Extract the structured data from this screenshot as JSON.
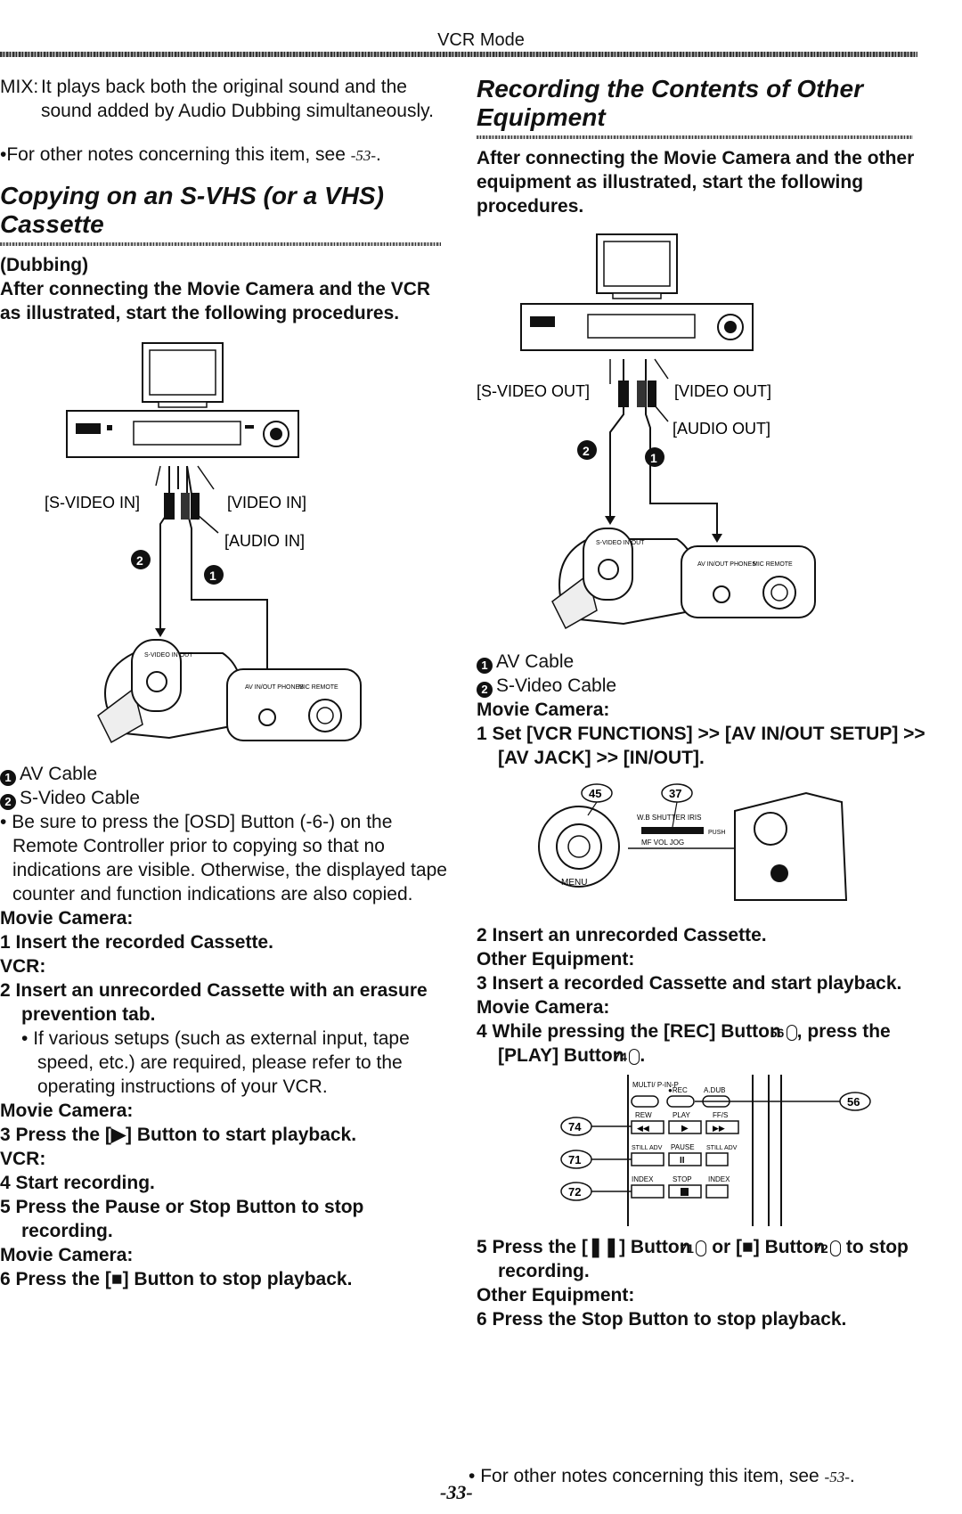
{
  "header": {
    "title": "VCR Mode"
  },
  "left": {
    "mix_label": "MIX:",
    "mix_text": "It plays back both the original sound and the sound added by Audio Dubbing simultaneously.",
    "note1_prefix": "For other notes concerning this item, see ",
    "note1_ref": "-53-",
    "section_title": "Copying on an S-VHS (or a VHS) Cassette",
    "subtitle": "(Dubbing)",
    "intro": "After connecting the Movie Camera and the VCR as illustrated, start the following procedures.",
    "diagram": {
      "label_svideo": "[S-VIDEO IN]",
      "label_video": "[VIDEO IN]",
      "label_audio": "[AUDIO IN]",
      "num1": "1",
      "num2": "2",
      "jack_svideo": "S-VIDEO IN OUT",
      "jack_av": "AV IN/OUT PHONES",
      "jack_mic": "MIC REMOTE"
    },
    "legend1": "AV Cable",
    "legend2": "S-Video Cable",
    "bullet_osd": "Be sure to press the [OSD] Button (-6-) on the Remote Controller prior to copying so that no indications are visible. Otherwise, the displayed tape counter and function indications are also copied.",
    "h_movie1": "Movie Camera:",
    "step1": "1  Insert the recorded Cassette.",
    "h_vcr1": "VCR:",
    "step2": "2  Insert an unrecorded Cassette with an erasure prevention tab.",
    "step2_note": "If various setups (such as external input, tape speed, etc.) are required, please refer to the operating instructions of your VCR.",
    "h_movie2": "Movie Camera:",
    "step3": "3  Press the [▶] Button to start playback.",
    "h_vcr2": "VCR:",
    "step4": "4  Start recording.",
    "step5": "5  Press the Pause or Stop Button to stop recording.",
    "h_movie3": "Movie Camera:",
    "step6": "6  Press the [■] Button to stop playback."
  },
  "right": {
    "section_title": "Recording the Contents of Other Equipment",
    "intro": "After connecting the Movie Camera and the other equipment as illustrated, start the following procedures.",
    "diagram": {
      "label_svideo": "[S-VIDEO OUT]",
      "label_video": "[VIDEO OUT]",
      "label_audio": "[AUDIO OUT]",
      "num1": "1",
      "num2": "2",
      "jack_svideo": "S-VIDEO IN OUT",
      "jack_av": "AV IN/OUT PHONES",
      "jack_mic": "MIC REMOTE"
    },
    "legend1": "AV Cable",
    "legend2": "S-Video Cable",
    "h_movie1": "Movie Camera:",
    "step1": "1  Set [VCR FUNCTIONS] >> [AV IN/OUT SETUP] >> [AV JACK] >> [IN/OUT].",
    "fig1": {
      "ref_a": "45",
      "ref_b": "37",
      "menu": "MENU",
      "dial_top": "W.B  SHUTTER  IRIS",
      "dial_bottom": "MF  VOL  JOG",
      "push": "PUSH"
    },
    "step2": "2  Insert an unrecorded Cassette.",
    "h_other1": "Other Equipment:",
    "step3": "3  Insert a recorded Cassette and start playback.",
    "h_movie2": "Movie Camera:",
    "step4_a": "4  While pressing the [REC] Button ",
    "step4_ref1": "56",
    "step4_b": ", press the [PLAY] Button ",
    "step4_ref2": "74",
    "fig2": {
      "multi": "MULTI/ P-IN-P",
      "rec": "●REC",
      "adub": "A.DUB",
      "rew": "REW",
      "play": "PLAY",
      "ff": "FF/S",
      "still1": "STILL ADV",
      "pause": "PAUSE",
      "still2": "STILL ADV",
      "index1": "INDEX",
      "stop": "STOP",
      "index2": "INDEX",
      "r74": "74",
      "r71": "71",
      "r72": "72",
      "r56": "56"
    },
    "step5_a": "5  Press the [❚❚] Button ",
    "step5_ref1": "71",
    "step5_b": " or [■] Button ",
    "step5_ref2": "72",
    "step5_c": " to stop recording.",
    "h_other2": "Other Equipment:",
    "step6": "6  Press the Stop Button to stop playback."
  },
  "footer": {
    "page_number": "-33-",
    "note_prefix": "For other notes concerning this item, see ",
    "note_ref": "-53-"
  }
}
